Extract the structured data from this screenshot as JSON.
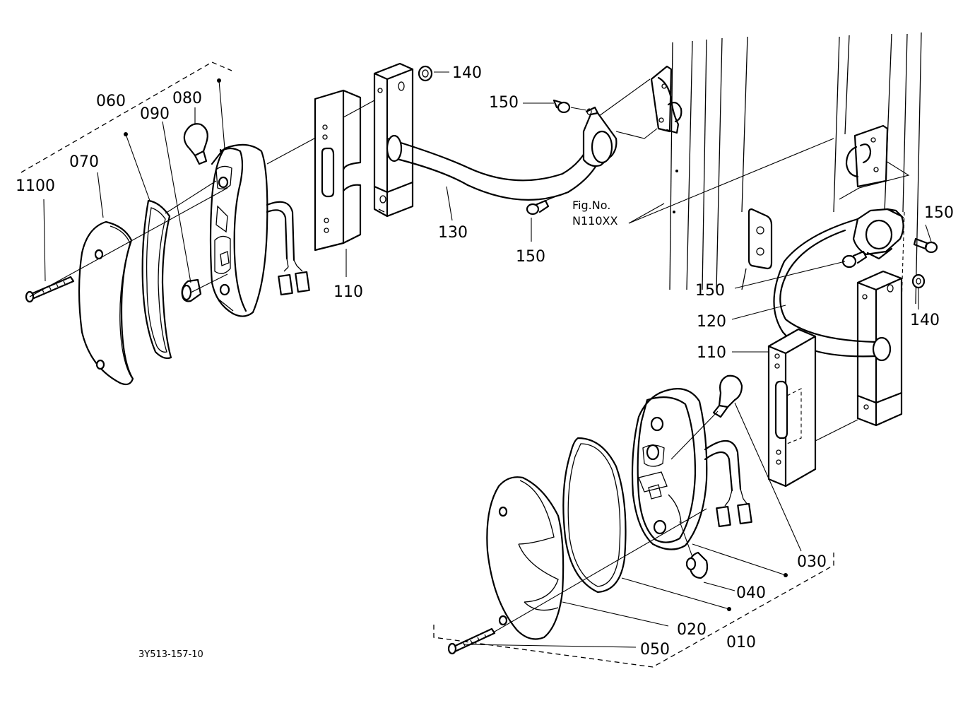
{
  "drawing_code": "3Y513-157-10",
  "fig_ref": {
    "line1": "Fig.No.",
    "line2": "N110XX"
  },
  "callouts": {
    "c_1100": "1100",
    "c_070": "070",
    "c_060": "060",
    "c_090": "090",
    "c_080": "080",
    "c_110a": "110",
    "c_130": "130",
    "c_140a": "140",
    "c_150a": "150",
    "c_150b": "150",
    "c_150c": "150",
    "c_150d": "150",
    "c_140b": "140",
    "c_120": "120",
    "c_110b": "110",
    "c_030": "030",
    "c_040": "040",
    "c_010": "010",
    "c_020": "020",
    "c_050": "050"
  }
}
